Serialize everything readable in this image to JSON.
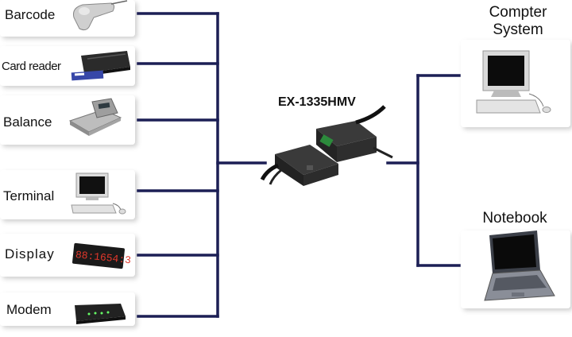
{
  "hub": {
    "label": "EX-1335HMV"
  },
  "devices": [
    {
      "label": "Barcode",
      "icon": "barcode-scanner-icon"
    },
    {
      "label": "Card reader",
      "icon": "card-reader-icon"
    },
    {
      "label": "Balance",
      "icon": "balance-scale-icon"
    },
    {
      "label": "Terminal",
      "icon": "terminal-computer-icon"
    },
    {
      "label": "Display",
      "icon": "led-display-icon"
    },
    {
      "label": "Modem",
      "icon": "modem-icon"
    }
  ],
  "hosts": [
    {
      "line1": "Compter",
      "line2": "System",
      "icon": "desktop-computer-icon"
    },
    {
      "line1": "Notebook",
      "line2": "",
      "icon": "laptop-icon"
    }
  ],
  "display_text": "88:1654:3",
  "colors": {
    "wire": "#1c1f55",
    "card_shadow": "#c8c8c8"
  }
}
